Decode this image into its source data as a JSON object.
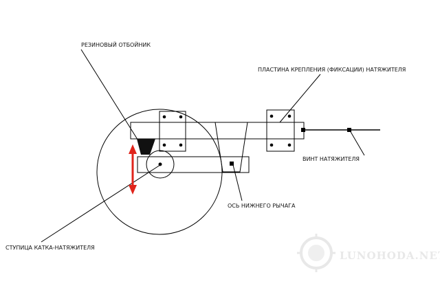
{
  "labels": {
    "rubber_bumper": "РЕЗИНОВЫЙ ОТБОЙНИК",
    "mount_plate": "ПЛАСТИНА КРЕПЛЕНИЯ (ФИКСАЦИИ) НАТЯЖИТЕЛЯ",
    "tension_screw": "ВИНТ НАТЯЖИТЕЛЯ",
    "lower_lever_axis": "ОСЬ НИЖНЕГО РЫЧАГА",
    "tensioner_hub": "СТУПИЦА КАТКА-НАТЯЖИТЕЛЯ"
  },
  "watermark": "LUNOHODA.NET",
  "colors": {
    "line": "#000000",
    "arrow": "#e0241b",
    "watermark": "#e6e6e6"
  }
}
